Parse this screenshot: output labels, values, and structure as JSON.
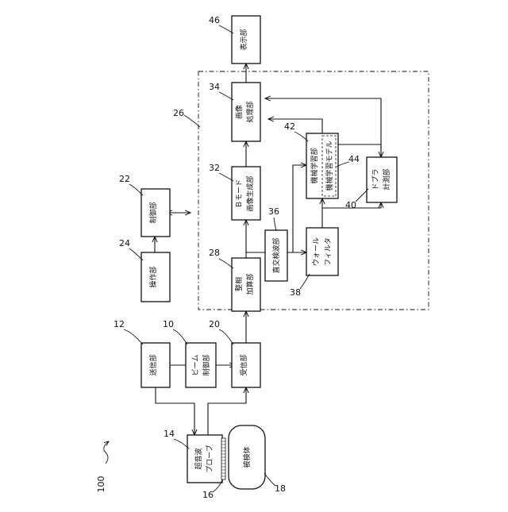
{
  "figure": {
    "system_ref": "100",
    "blocks": {
      "transmitter": {
        "ref": "12",
        "lines": [
          "送信部"
        ]
      },
      "beam_control": {
        "ref": "10",
        "lines": [
          "ビーム",
          "制御部"
        ]
      },
      "receiver": {
        "ref": "20",
        "lines": [
          "受信部"
        ]
      },
      "probe": {
        "ref": "14",
        "lines": [
          "超音波",
          "プローブ"
        ],
        "element_ref": "16"
      },
      "subject": {
        "ref": "18",
        "lines": [
          "被検体"
        ]
      },
      "phasing_adder": {
        "ref": "28",
        "lines": [
          "整相",
          "加算部"
        ]
      },
      "quadrature_detector": {
        "ref": "36",
        "lines": [
          "直交検波部"
        ]
      },
      "bmode_generator": {
        "ref": "32",
        "lines": [
          "Ｂモード",
          "画像生成部"
        ]
      },
      "wall_filter": {
        "ref": "38",
        "lines": [
          "ウォール",
          "フィルタ"
        ]
      },
      "image_processor": {
        "ref": "34",
        "lines": [
          "画像",
          "処理部"
        ]
      },
      "machine_learning": {
        "ref": "42",
        "lines": [
          "機械学習部",
          "機械学習モデル"
        ],
        "model_ref": "44"
      },
      "doppler": {
        "ref": "40",
        "lines": [
          "ドプラ",
          "計測部"
        ]
      },
      "display": {
        "ref": "46",
        "lines": [
          "表示部"
        ]
      },
      "operation": {
        "ref": "24",
        "lines": [
          "操作部"
        ]
      },
      "controller": {
        "ref": "22",
        "lines": [
          "制御部"
        ]
      }
    },
    "group_ref": "26"
  }
}
